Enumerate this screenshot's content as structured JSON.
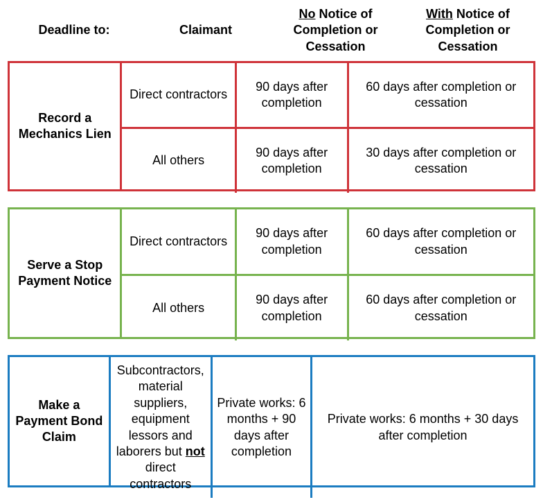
{
  "header": {
    "columns": [
      {
        "label": "Deadline to:",
        "underlined_prefix": ""
      },
      {
        "label": "Claimant",
        "underlined_prefix": ""
      },
      {
        "underlined_prefix": "No",
        "rest": " Notice of Completion or Cessation"
      },
      {
        "underlined_prefix": "With",
        "rest": " Notice of Completion or Cessation"
      }
    ]
  },
  "colors": {
    "mechanics_lien_border": "#cf3339",
    "stop_payment_border": "#77b34e",
    "payment_bond_border": "#1b7cc1",
    "text": "#000000",
    "background": "#ffffff"
  },
  "blocks": [
    {
      "id": "mechanics-lien",
      "color_name": "red",
      "label": "Record a Mechanics Lien",
      "rows": [
        {
          "claimant": "Direct contractors",
          "no_notice": "90 days after completion",
          "with_notice": "60 days after completion or cessation"
        },
        {
          "claimant": "All others",
          "no_notice": "90 days after completion",
          "with_notice": "30 days after completion or cessation"
        }
      ]
    },
    {
      "id": "stop-payment-notice",
      "color_name": "green",
      "label": "Serve a Stop Payment Notice",
      "rows": [
        {
          "claimant": "Direct contractors",
          "no_notice": "90 days after completion",
          "with_notice": "60 days after completion or cessation"
        },
        {
          "claimant": "All others",
          "no_notice": "90 days after completion",
          "with_notice": "60 days after completion or cessation"
        }
      ]
    },
    {
      "id": "payment-bond-claim",
      "color_name": "blue",
      "label": "Make a Payment Bond Claim",
      "rows": [
        {
          "claimant_prefix": "Subcontractors, material suppliers, equipment lessors and laborers but ",
          "claimant_emphasis": "not",
          "claimant_suffix": " direct contractors",
          "no_notice": "Private works: 6 months + 90 days after completion",
          "with_notice": "Private works: 6 months + 30 days after completion"
        }
      ]
    }
  ]
}
